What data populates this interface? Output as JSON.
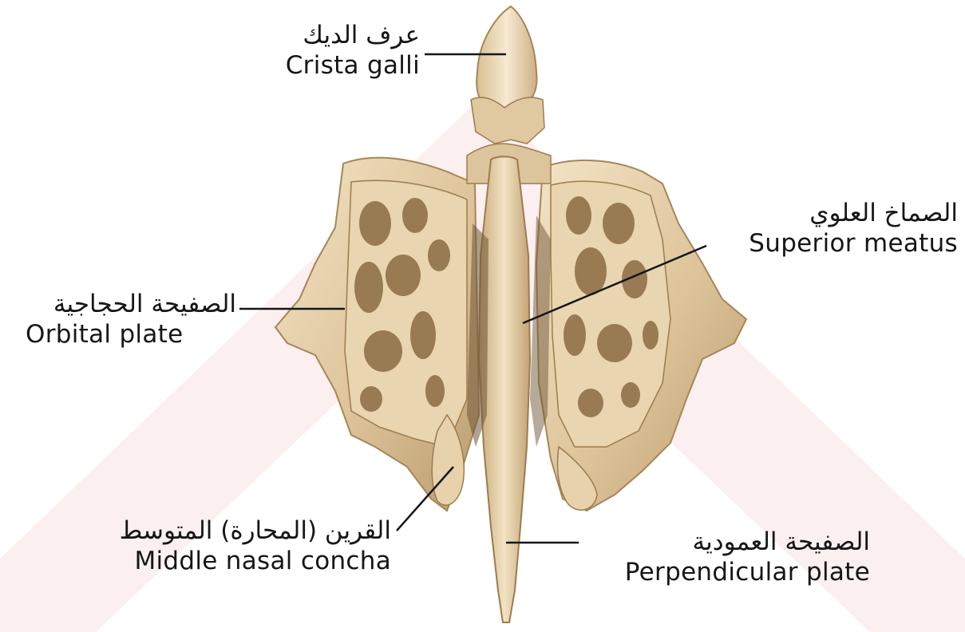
{
  "labels": {
    "crista_galli": {
      "arabic": "عرف الديك",
      "english": "Crista galli"
    },
    "superior_meatus": {
      "arabic": "الصماخ العلوي",
      "english": "Superior meatus"
    },
    "orbital_plate": {
      "arabic": "الصفيحة الحجاجية",
      "english": "Orbital plate"
    },
    "middle_nasal_concha": {
      "arabic": "القرين (المحارة) المتوسط",
      "english": "Middle nasal concha"
    },
    "perpendicular_plate": {
      "arabic": "الصفيحة العمودية",
      "english": "Perpendicular plate"
    }
  },
  "colors": {
    "bone_light": "#EEDDBE",
    "bone_mid": "#D9BE92",
    "bone_dark": "#A98A5E",
    "bone_shadow": "#6E5537",
    "watermark": "#FBEDEE",
    "leader_line": "#161616"
  }
}
